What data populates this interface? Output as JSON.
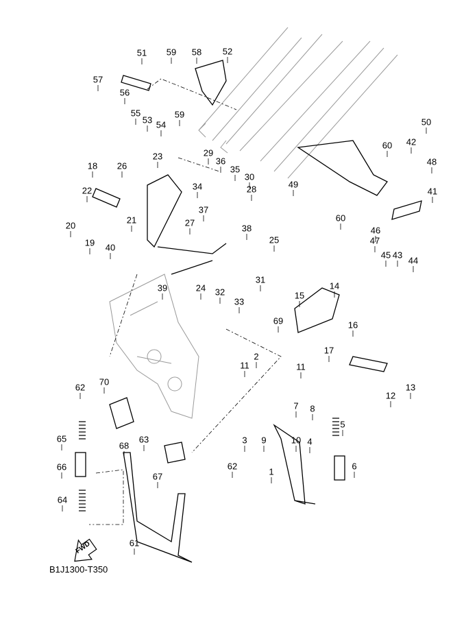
{
  "diagram": {
    "caption": "B1J1300-T350",
    "fwd_marker": "FWD",
    "callouts": [
      "51",
      "59",
      "58",
      "52",
      "57",
      "56",
      "55",
      "53",
      "54",
      "59",
      "50",
      "60",
      "42",
      "48",
      "49",
      "60",
      "41",
      "46",
      "47",
      "45",
      "43",
      "44",
      "18",
      "26",
      "23",
      "29",
      "36",
      "35",
      "30",
      "34",
      "28",
      "37",
      "22",
      "21",
      "20",
      "19",
      "40",
      "27",
      "38",
      "25",
      "39",
      "24",
      "31",
      "32",
      "33",
      "14",
      "15",
      "69",
      "16",
      "17",
      "2",
      "11",
      "11",
      "13",
      "12",
      "7",
      "8",
      "5",
      "3",
      "9",
      "10",
      "4",
      "6",
      "1",
      "62",
      "70",
      "65",
      "63",
      "68",
      "66",
      "62",
      "67",
      "64",
      "61"
    ]
  }
}
